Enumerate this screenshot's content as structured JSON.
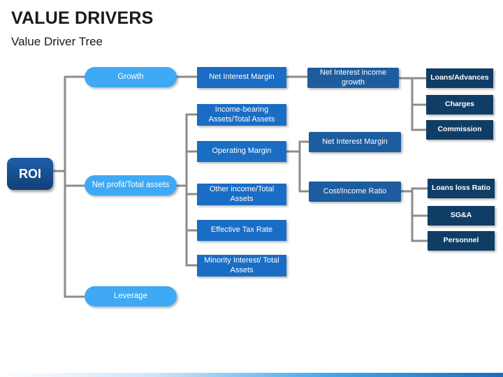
{
  "header": {
    "title": "VALUE DRIVERS",
    "subtitle": "Value Driver Tree"
  },
  "tree": {
    "root": "ROI",
    "growth": "Growth",
    "net_profit": "Net profit/Total assets",
    "leverage": "Leverage",
    "net_interest_margin_a": "Net Interest Margin",
    "net_interest_income_growth": "Net Interest income growth",
    "loans_advances": "Loans/Advances",
    "charges": "Charges",
    "commission": "Commission",
    "income_bearing_assets": "Income-bearing Assets/Total Assets",
    "operating_margin": "Operating Margin",
    "other_income": "Other income/Total Assets",
    "effective_tax_rate": "Effective Tax Rate",
    "minority_interest": "Minority Interest/ Total Assets",
    "net_interest_margin_b": "Net Interest Margin",
    "cost_income_ratio": "Cost/Income Ratio",
    "loans_loss_ratio": "Loans loss Ratio",
    "sga": "SG&A",
    "personnel": "Personnel"
  },
  "colors": {
    "connector": "#8c8c8c",
    "level1": "#3fa9f5",
    "level2": "#1a6dc4",
    "level4": "#0f3d66"
  }
}
